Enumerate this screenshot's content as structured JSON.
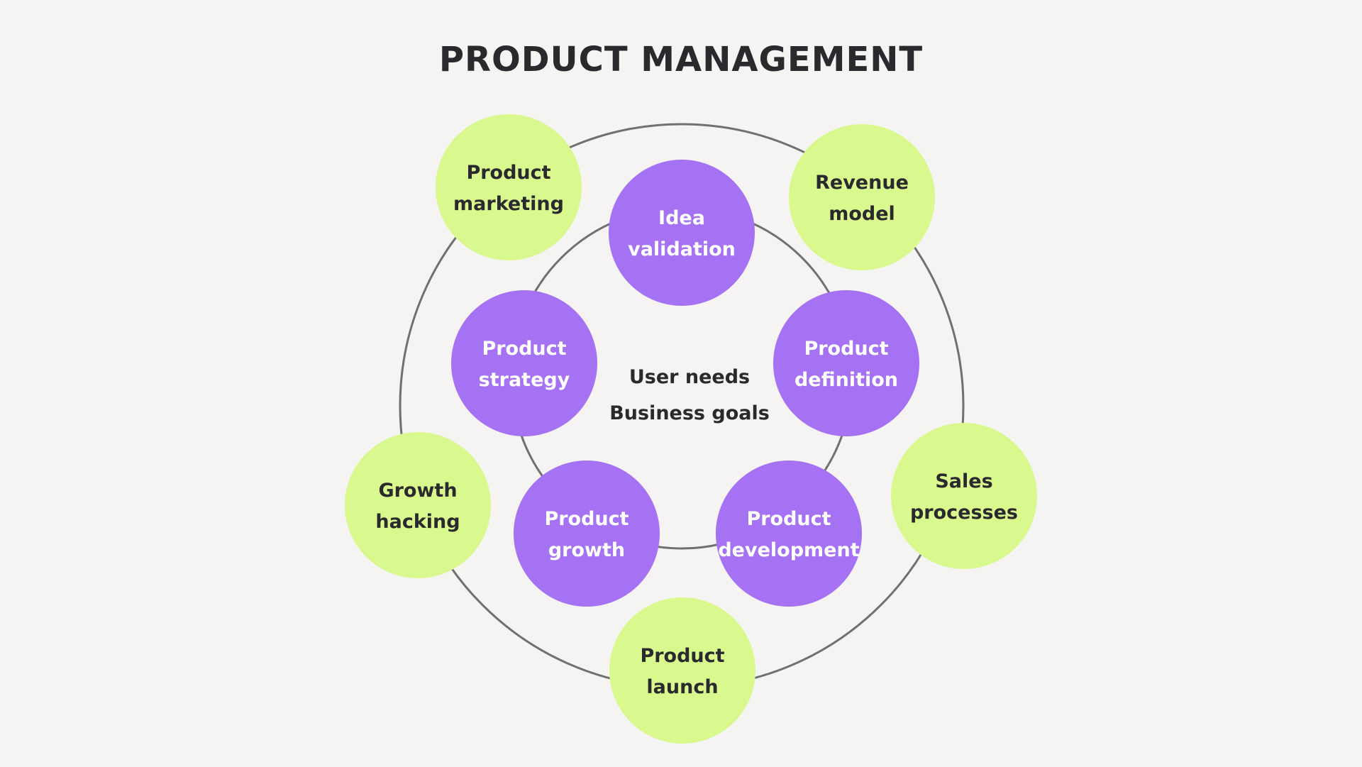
{
  "title": "PRODUCT MANAGEMENT",
  "colors": {
    "background": "#f5f4f2",
    "outer_node": "#d9f98e",
    "inner_node": "#a472f2",
    "ring": "#707070",
    "dark_text": "#2a2a2e",
    "light_text": "#ffffff"
  },
  "center": {
    "line1": "User needs",
    "line2": "Business goals"
  },
  "inner_nodes": [
    {
      "id": "idea-validation",
      "lines": [
        "Idea",
        "validation"
      ]
    },
    {
      "id": "product-definition",
      "lines": [
        "Product",
        "definition"
      ]
    },
    {
      "id": "product-development",
      "lines": [
        "Product",
        "development"
      ]
    },
    {
      "id": "product-growth",
      "lines": [
        "Product",
        "growth"
      ]
    },
    {
      "id": "product-strategy",
      "lines": [
        "Product",
        "strategy"
      ]
    }
  ],
  "outer_nodes": [
    {
      "id": "product-marketing",
      "lines": [
        "Product",
        "marketing"
      ]
    },
    {
      "id": "revenue-model",
      "lines": [
        "Revenue",
        "model"
      ]
    },
    {
      "id": "sales-processes",
      "lines": [
        "Sales",
        "processes"
      ]
    },
    {
      "id": "product-launch",
      "lines": [
        "Product",
        "launch"
      ]
    },
    {
      "id": "growth-hacking",
      "lines": [
        "Growth",
        "hacking"
      ]
    }
  ]
}
